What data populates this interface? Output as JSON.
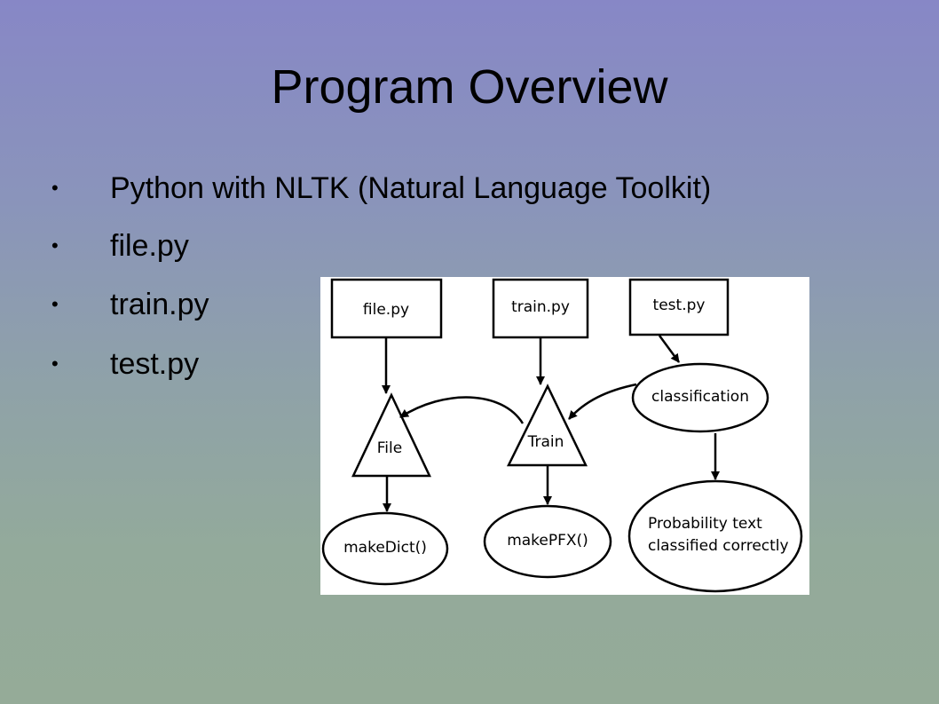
{
  "slide": {
    "title": "Program Overview",
    "bullets": [
      "Python with NLTK (Natural Language Toolkit)",
      "file.py",
      "train.py",
      "test.py"
    ]
  },
  "diagram": {
    "nodes": {
      "file_py": "file.py",
      "train_py": "train.py",
      "test_py": "test.py",
      "file": "File",
      "train": "Train",
      "classification": "classification",
      "makedict": "makeDict()",
      "makepfx": "makePFX()",
      "probability_line1": "Probability text",
      "probability_line2": "classified correctly"
    }
  }
}
